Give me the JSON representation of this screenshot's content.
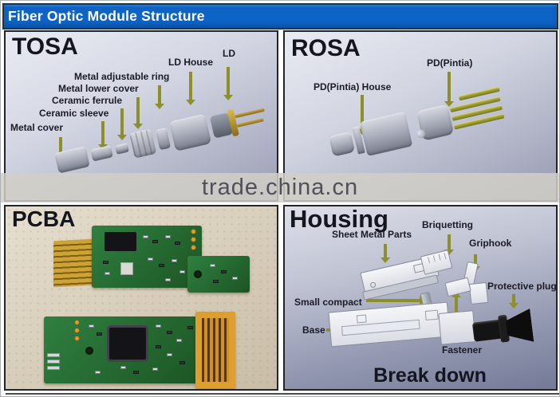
{
  "title": "Fiber Optic Module Structure",
  "watermark": "trade.china.cn",
  "colors": {
    "title_bg": "#0e63c6",
    "arrow_olive": "#8e8e2a",
    "pcb_green": "#2a7434",
    "gold": "#cda338",
    "panel_bg_light": "#e9ebf3",
    "panel_bg_dark": "#747a97"
  },
  "panels": {
    "tosa": {
      "heading": "TOSA",
      "labels": {
        "metal_cover": "Metal cover",
        "ceramic_sleeve": "Ceramic sleeve",
        "ceramic_ferrule": "Ceramic ferrule",
        "metal_lower_cover": "Metal lower cover",
        "metal_adjustable_ring": "Metal adjustable ring",
        "ld_house": "LD House",
        "ld": "LD"
      }
    },
    "rosa": {
      "heading": "ROSA",
      "labels": {
        "pd_house": "PD(Pintia) House",
        "pd": "PD(Pintia)"
      }
    },
    "pcba": {
      "heading": "PCBA"
    },
    "housing": {
      "heading": "Housing",
      "labels": {
        "sheet_metal_parts": "Sheet Metal Parts",
        "briquetting": "Briquetting",
        "griphook": "Griphook",
        "protective_plug": "Protective plug",
        "small_compact": "Small compact",
        "base": "Base",
        "fastener": "Fastener"
      },
      "caption": "Break down"
    }
  }
}
